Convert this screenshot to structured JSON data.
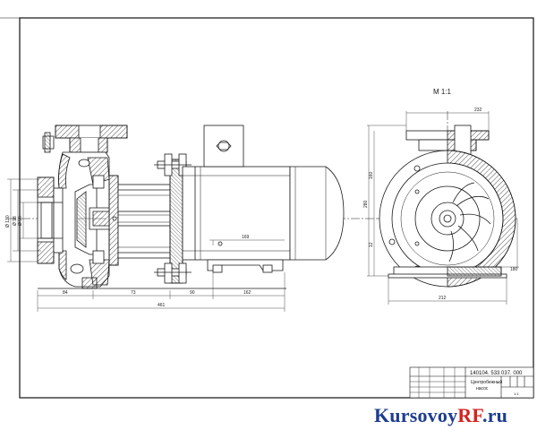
{
  "drawing": {
    "view_label": "М 1:1",
    "dimensions": {
      "top_width": "232",
      "right_height_1": "280",
      "right_height_2": "160",
      "right_height_3": "12",
      "bottom_right_width": "212",
      "base_len_1": "84",
      "base_len_2": "73",
      "base_len_3": "90",
      "base_len_4": "162",
      "total_length": "461",
      "motor_inner_len": "169",
      "left_dia_1": "Ø 130",
      "left_dia_2": "Ø 98",
      "left_dia_3": "Ø 50",
      "right_vertical": "180"
    }
  },
  "title_block": {
    "code": "140104. 533 037. 000",
    "name_line1": "Центробежный",
    "name_line2": "насос",
    "sheet": "1:1"
  },
  "watermark": {
    "part1": "Kursovoy",
    "part2": "RF",
    "part3": ".ru"
  },
  "colors": {
    "line": "#1a1a1a",
    "brand_blue": "#1d3d8f",
    "brand_red": "#d2241f"
  }
}
